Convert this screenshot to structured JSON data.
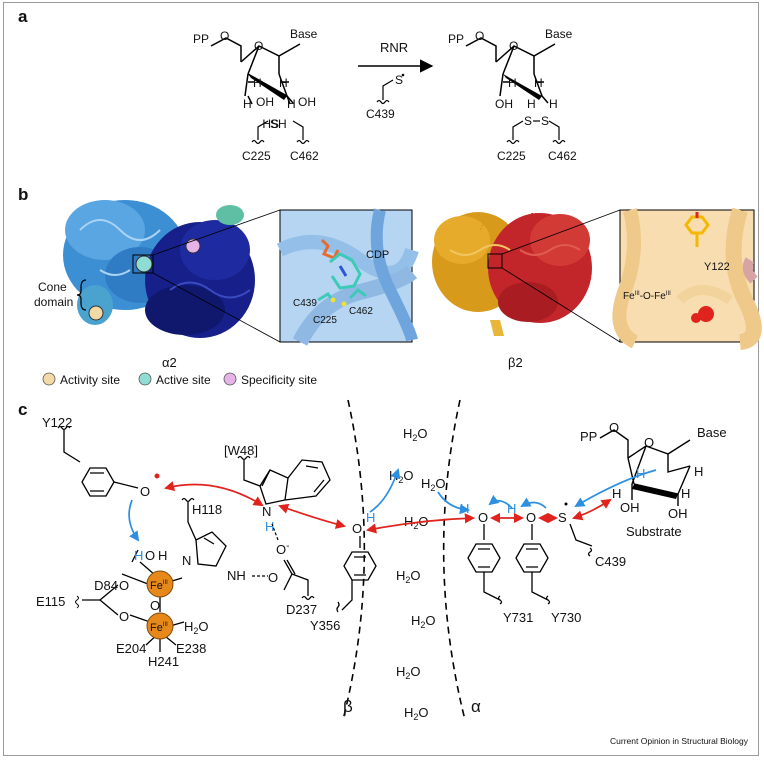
{
  "panel_labels": {
    "a": "a",
    "b": "b",
    "c": "c"
  },
  "panel_a": {
    "pp": "PP",
    "o_ring": "O",
    "base": "Base",
    "h": "H",
    "oh": "OH",
    "rnr": "RNR",
    "s_radical": "S",
    "c439": "C439",
    "sh": "SH",
    "hs": "HS",
    "c225": "C225",
    "c462": "C462",
    "s": "S"
  },
  "panel_b": {
    "cone_domain_1": "Cone",
    "cone_domain_2": "domain",
    "alpha2": "α2",
    "beta2": "β2",
    "cdp": "CDP",
    "c439": "C439",
    "c225": "C225",
    "c462": "C462",
    "y122": "Y122",
    "fe_cluster": "Fe",
    "fe_sup": "III",
    "o_dash": "-O-",
    "legend": [
      {
        "label": "Activity site",
        "color": "#f3d9a6"
      },
      {
        "label": "Active site",
        "color": "#8fdcd2"
      },
      {
        "label": "Specificity site",
        "color": "#e6b3e8"
      }
    ]
  },
  "panel_c": {
    "y122": "Y122",
    "w48": "[W48]",
    "h118": "H118",
    "d84": "D84",
    "e115": "E115",
    "e204": "E204",
    "h241": "H241",
    "e238": "E238",
    "d237": "D237",
    "y356": "Y356",
    "y731": "Y731",
    "y730": "Y730",
    "c439": "C439",
    "pp": "PP",
    "base": "Base",
    "substrate": "Substrate",
    "beta": "β",
    "alpha": "α",
    "fe": "Fe",
    "fe_sup": "III",
    "h2o_h": "H",
    "h2o_o": "O",
    "h2o_sub": "2",
    "o": "O",
    "h": "H",
    "n": "N",
    "nh": "NH",
    "s": "S",
    "oh": "OH",
    "o_minus": "O",
    "minus": "-"
  },
  "footer": "Current Opinion in Structural Biology"
}
